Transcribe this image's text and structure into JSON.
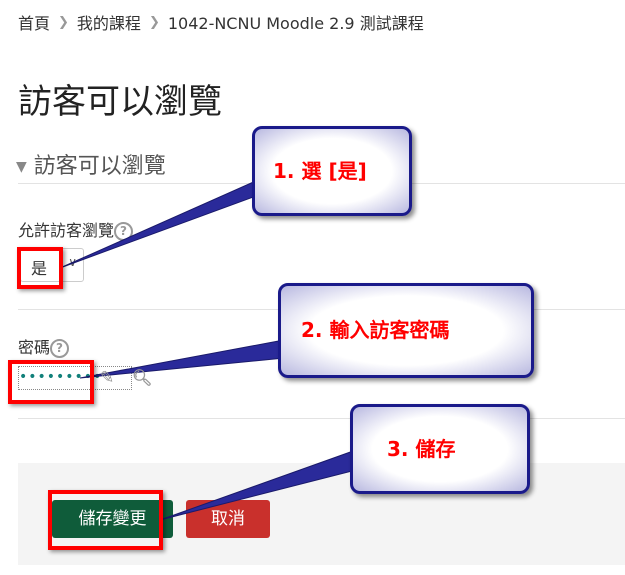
{
  "breadcrumb": [
    "首頁",
    "我的課程",
    "1042-NCNU Moodle 2.9 測試課程"
  ],
  "page_title": "訪客可以瀏覽",
  "section_legend": "訪客可以瀏覽",
  "allow_guest": {
    "label": "允許訪客瀏覽",
    "value": "是"
  },
  "password": {
    "label": "密碼",
    "value": "•••••••••"
  },
  "buttons": {
    "save": "儲存變更",
    "cancel": "取消"
  },
  "callouts": [
    "1. 選 [是]",
    "2. 輸入訪客密碼",
    "3. 儲存"
  ],
  "help_glyph": "?"
}
